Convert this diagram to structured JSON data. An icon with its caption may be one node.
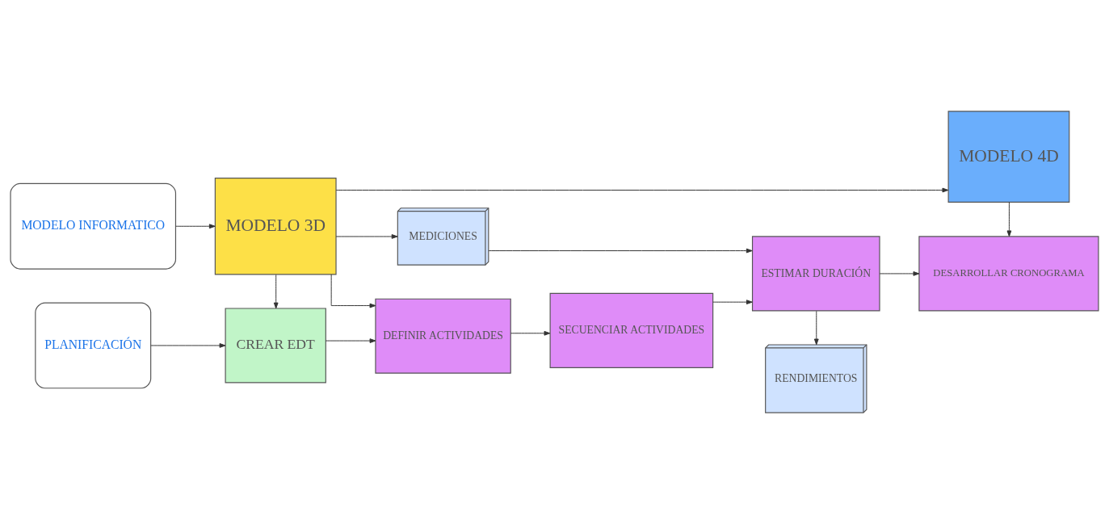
{
  "diagram": {
    "nodes": [
      {
        "text": [
          "MODELO INFORMATICO"
        ]
      },
      {
        "text": [
          "MODELO 3D"
        ]
      },
      {
        "text": [
          "MEDICIONES"
        ]
      },
      {
        "text": [
          "MODELO 4D"
        ]
      },
      {
        "text": [
          "PLANIFICACIÓN"
        ]
      },
      {
        "text": [
          "CREAR EDT"
        ]
      },
      {
        "text": [
          "DEFINIR ACTIVIDADES"
        ]
      },
      {
        "text": [
          "SECUENCIAR ACTIVIDADES"
        ]
      },
      {
        "text": [
          "ESTIMAR DURACIÓN"
        ]
      },
      {
        "text": [
          "DESARROLLAR CRONOGRAMA"
        ]
      },
      {
        "text": [
          "RENDIMIENTOS"
        ]
      }
    ],
    "edges": [
      {
        "from": 0,
        "to": 1,
        "arrow": "to"
      },
      {
        "from": 1,
        "to": 2,
        "arrow": "to"
      },
      {
        "from": 1,
        "to": 3,
        "arrow": "to"
      },
      {
        "from": 1,
        "to": 5,
        "arrow": "to"
      },
      {
        "from": 1,
        "to": 6,
        "arrow": "to"
      },
      {
        "from": 2,
        "to": 8,
        "arrow": "to"
      },
      {
        "from": 3,
        "to": 9,
        "arrow": "to"
      },
      {
        "from": 4,
        "to": 5,
        "arrow": "to"
      },
      {
        "from": 5,
        "to": 6,
        "arrow": "to"
      },
      {
        "from": 6,
        "to": 7,
        "arrow": "to"
      },
      {
        "from": 7,
        "to": 8,
        "arrow": "to"
      },
      {
        "from": 8,
        "to": 9,
        "arrow": "to"
      },
      {
        "from": 8,
        "to": 10,
        "arrow": "to"
      }
    ]
  }
}
